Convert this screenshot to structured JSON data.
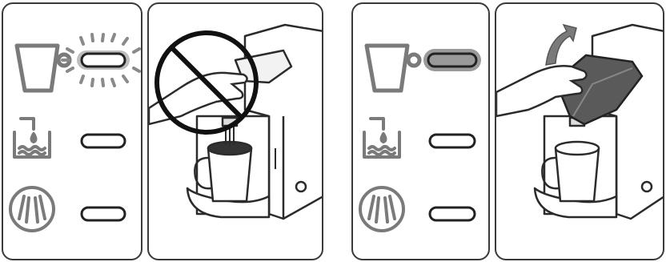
{
  "figure": {
    "panels": [
      {
        "role": "indicator-status",
        "cup_light": "blinking",
        "tank_light": "off",
        "descale_light": "off"
      },
      {
        "role": "instruction",
        "action": "do-not-open-lid-while-brewing",
        "prohibited": true
      },
      {
        "role": "indicator-status",
        "cup_light": "on",
        "tank_light": "off",
        "descale_light": "off"
      },
      {
        "role": "instruction",
        "action": "lift-lid-to-open",
        "prohibited": false
      }
    ],
    "colors": {
      "outline": "#2b2b2b",
      "icon_gray": "#7a7a7a",
      "lid_dark": "#5a5a5a",
      "light_ring": "#9a9a9a",
      "background": "#ffffff"
    }
  }
}
